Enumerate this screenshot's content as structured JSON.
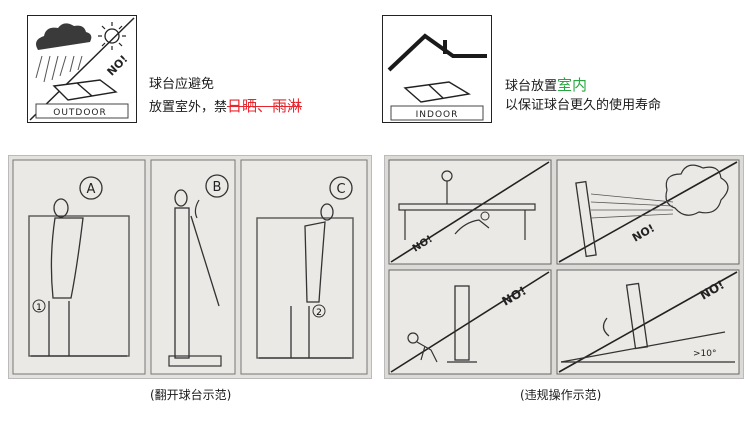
{
  "outdoor": {
    "label": "OUTDOOR",
    "no_mark": "NO!",
    "text_line1": "球台应避免",
    "text_line2_prefix": "放置室外，禁",
    "text_line2_strike": "日晒、雨淋"
  },
  "indoor": {
    "label": "INDOOR",
    "text_line1_prefix": "球台放置",
    "text_line1_highlight": "室内",
    "text_line2": "以保证球台更久的使用寿命"
  },
  "unfold": {
    "steps": [
      "A",
      "B",
      "C"
    ],
    "markers": [
      "1",
      "2"
    ],
    "caption": "(翻开球台示范)"
  },
  "violations": {
    "no_marks": [
      "NO!",
      "NO!",
      "NO!",
      "NO!"
    ],
    "angle_label": ">10°",
    "caption": "(违规操作示范)"
  },
  "colors": {
    "strike_red": "#e8252c",
    "highlight_green": "#2aa640",
    "panel_gray": "#e9e7e3"
  }
}
